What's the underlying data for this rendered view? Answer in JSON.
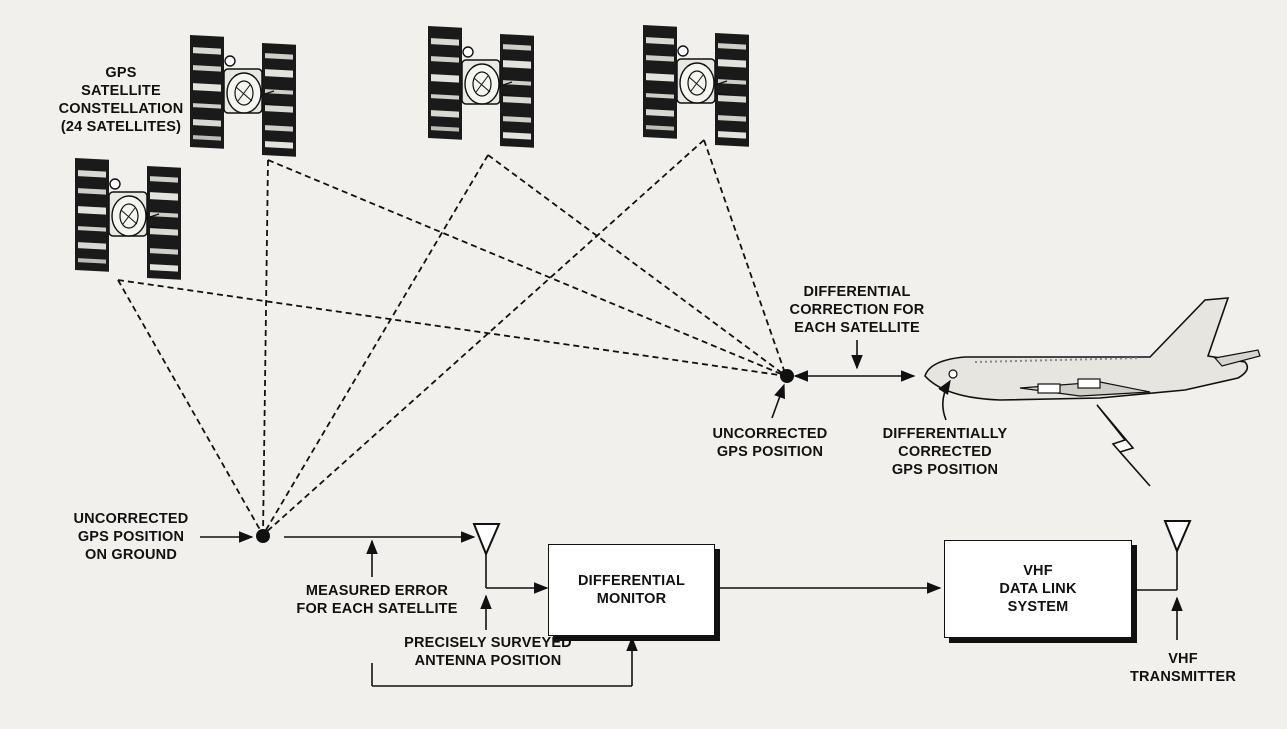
{
  "labels": {
    "constellation": "GPS\nSATELLITE\nCONSTELLATION\n(24 SATELLITES)",
    "uncorrected_ground": "UNCORRECTED\nGPS POSITION\nON GROUND",
    "measured_error": "MEASURED ERROR\nFOR EACH SATELLITE",
    "surveyed_antenna": "PRECISELY SURVEYED\nANTENNA POSITION",
    "differential_correction": "DIFFERENTIAL\nCORRECTION FOR\nEACH SATELLITE",
    "uncorrected_air": "UNCORRECTED\nGPS POSITION",
    "differentially_corrected": "DIFFERENTIALLY\nCORRECTED\nGPS POSITION",
    "vhf_transmitter": "VHF\nTRANSMITTER"
  },
  "boxes": {
    "differential_monitor": "DIFFERENTIAL\nMONITOR",
    "vhf_data_link": "VHF\nDATA LINK\nSYSTEM"
  },
  "colors": {
    "background": "#f1f0ec",
    "ink": "#111111",
    "box_fill": "#ffffff"
  },
  "icons": [
    "satellite-icon",
    "airplane-icon",
    "antenna-icon",
    "lightning-icon",
    "gps-position-dot-icon"
  ]
}
